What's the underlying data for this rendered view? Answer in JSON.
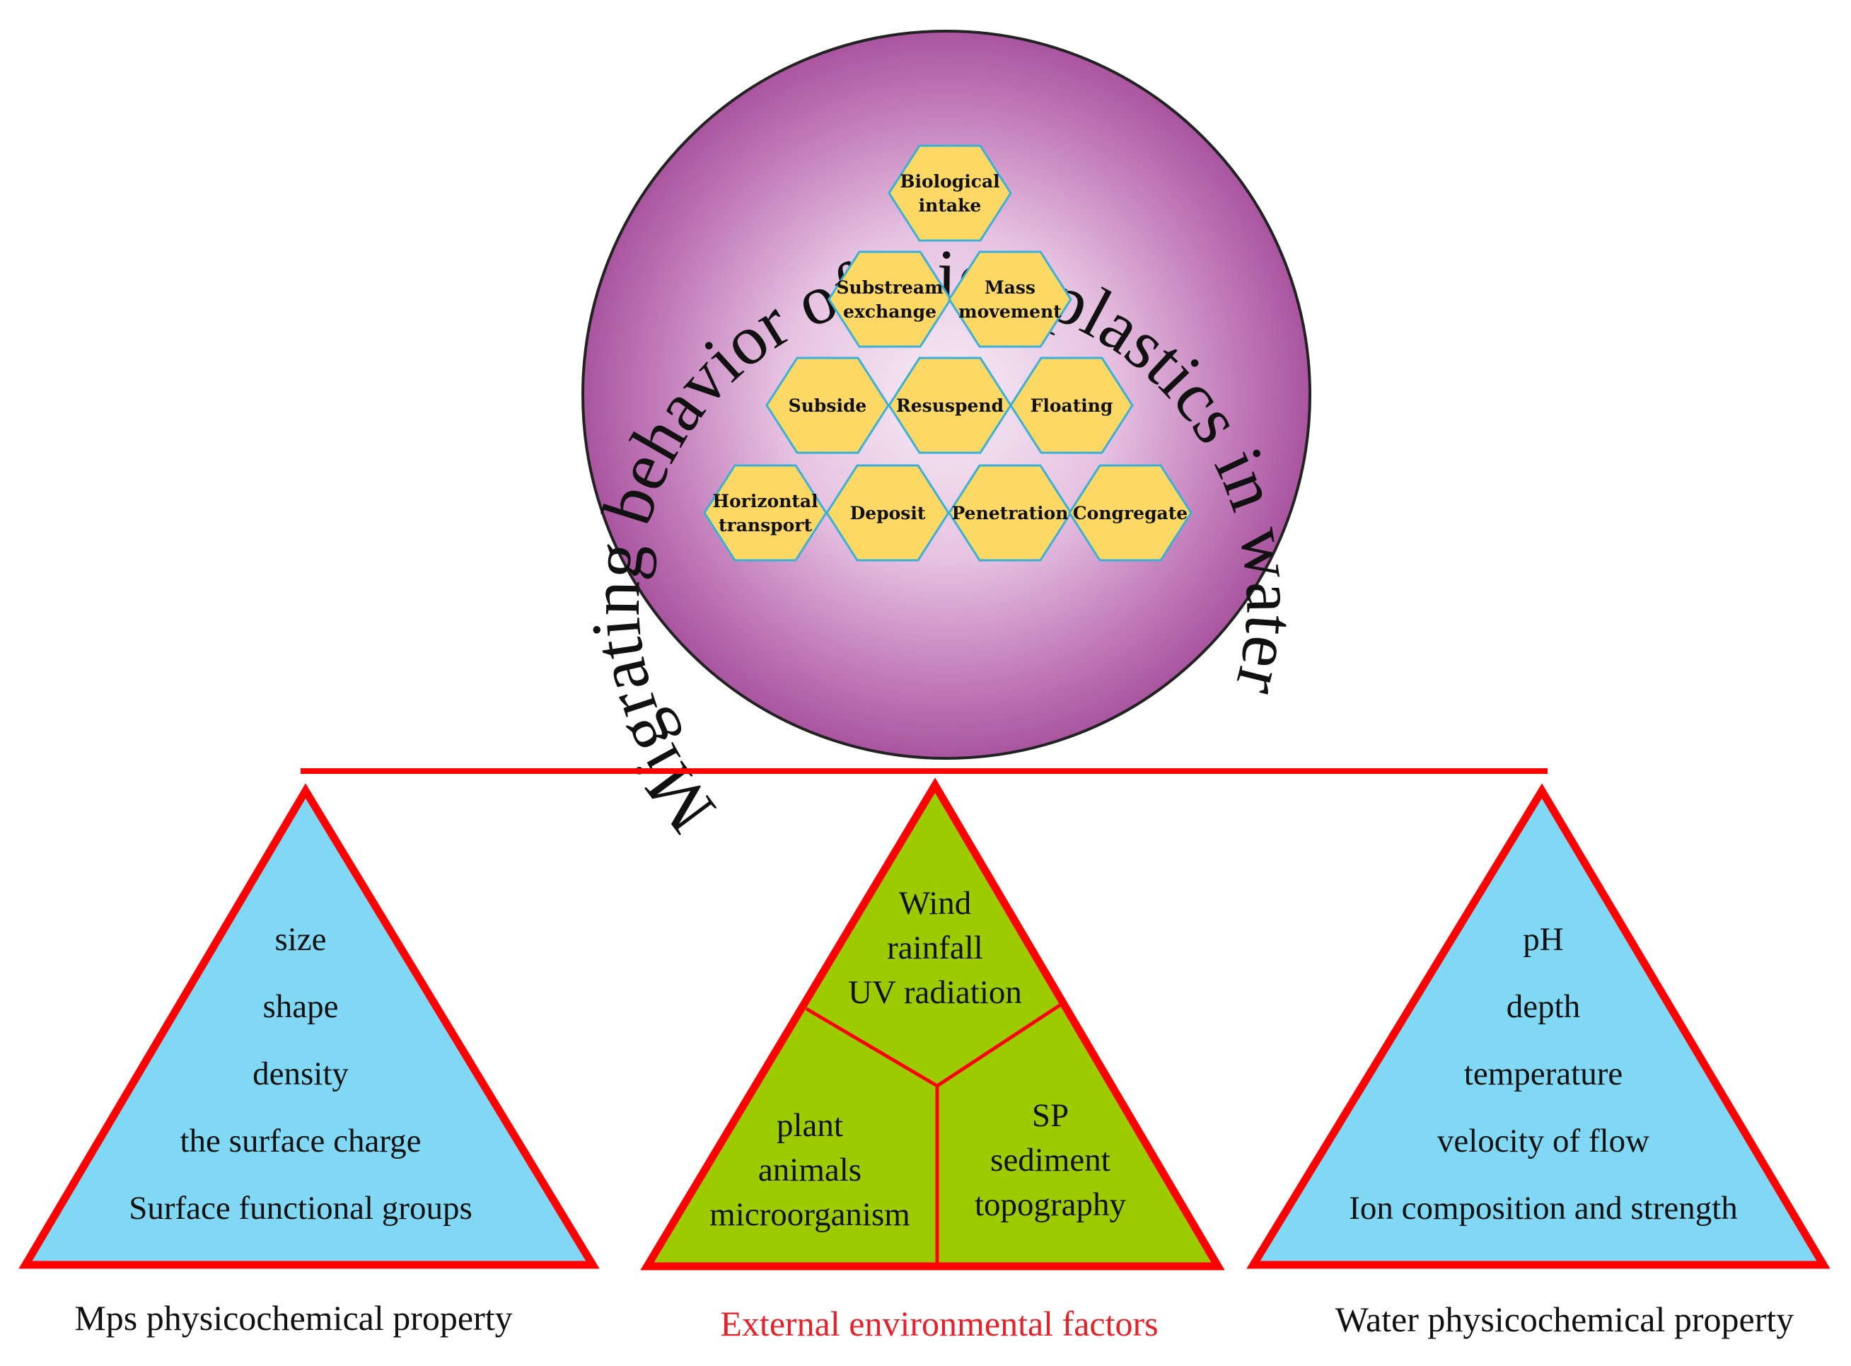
{
  "ring_title": "Migrating behavior of microplastics in water",
  "hexagons": [
    {
      "line1": "Biological",
      "line2": "intake"
    },
    {
      "line1": "Substream",
      "line2": "exchange"
    },
    {
      "line1": "Mass",
      "line2": "movement"
    },
    {
      "line1": "Subside",
      "line2": ""
    },
    {
      "line1": "Resuspend",
      "line2": ""
    },
    {
      "line1": "Floating",
      "line2": ""
    },
    {
      "line1": "Horizontal",
      "line2": "transport"
    },
    {
      "line1": "Deposit",
      "line2": ""
    },
    {
      "line1": "Penetration",
      "line2": ""
    },
    {
      "line1": "Congregate",
      "line2": ""
    }
  ],
  "left_triangle": {
    "items": [
      "size",
      "shape",
      "density",
      "the surface charge",
      "Surface functional groups"
    ],
    "caption": "Mps physicochemical property"
  },
  "center_triangle": {
    "top": [
      "Wind",
      "rainfall",
      "UV radiation"
    ],
    "bottom_left": [
      "plant",
      "animals",
      "microorganism"
    ],
    "bottom_right": [
      "SP",
      "sediment",
      "topography"
    ],
    "caption": "External environmental factors"
  },
  "right_triangle": {
    "items": [
      "pH",
      "depth",
      "temperature",
      "velocity of flow",
      "Ion composition and strength"
    ],
    "caption": "Water physicochemical property"
  },
  "colors": {
    "circle_outer": "#b060a8",
    "circle_inner": "#f4e4f2",
    "hex_fill": "#fdd865",
    "hex_stroke": "#3ab0d8",
    "blue_triangle": "#80d8f5",
    "green_triangle": "#9ccc00",
    "red_line": "#ff0000",
    "caption_red": "#e8202a"
  }
}
